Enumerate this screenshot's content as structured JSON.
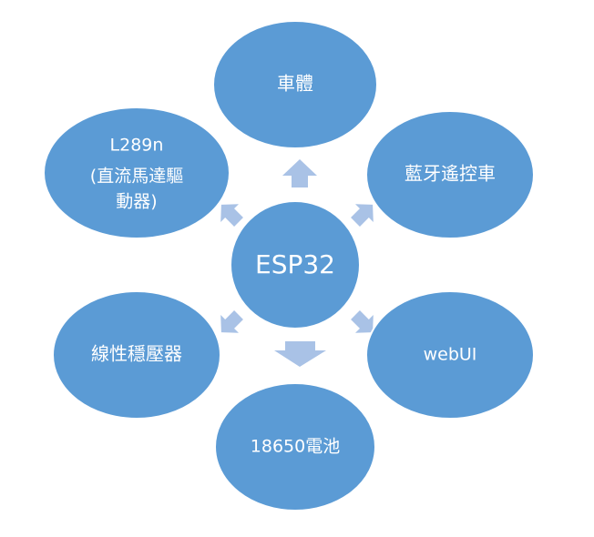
{
  "colors": {
    "node_fill": "#5b9bd5",
    "node_stroke": "#ffffff",
    "arrow_fill": "#a9c2e6",
    "text": "#ffffff"
  },
  "center": {
    "label": "ESP32"
  },
  "nodes": {
    "top": {
      "label": "車體"
    },
    "top_right": {
      "label": "藍牙遙控車"
    },
    "bottom_right": {
      "label": "webUI"
    },
    "bottom": {
      "label": "18650電池"
    },
    "bottom_left": {
      "label": "線性穩壓器"
    },
    "top_left": {
      "line1": "L289n",
      "line2": "(直流馬達驅",
      "line3": "動器)"
    }
  },
  "arrows": {
    "top": "up-arrow-icon",
    "top_right": "arrow-icon",
    "bottom_right": "arrow-icon",
    "bottom": "down-arrow-icon",
    "bottom_left": "arrow-icon",
    "top_left": "arrow-icon"
  }
}
